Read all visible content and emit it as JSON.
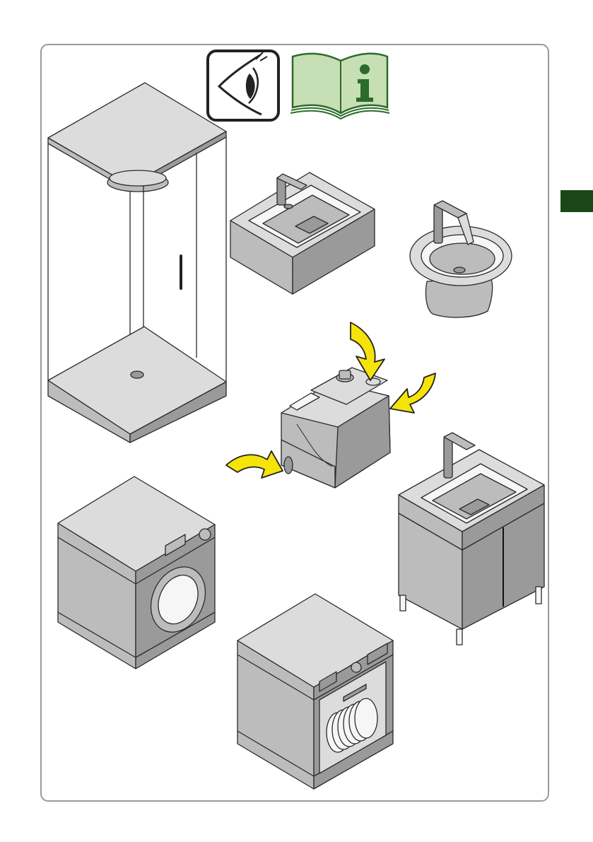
{
  "colors": {
    "frame": "#9a9a9a",
    "tab": "#1c4716",
    "book_green": "#2c6b2a",
    "book_fill": "#c7dfb5",
    "arrow_fill": "#f5e30a",
    "appliance_body": "#b9b9b9",
    "appliance_light": "#e0e0e0",
    "appliance_dark": "#8f8f8f",
    "outline": "#2a2a2a"
  },
  "icons": {
    "eye": "eye-observe-icon",
    "manual": "instruction-manual-info-icon",
    "arrow": "yellow-curved-arrow-icon"
  },
  "illustrations": [
    "shower-enclosure",
    "washbasin",
    "bidet",
    "macerator-pump",
    "vanity-unit",
    "washing-machine",
    "dishwasher"
  ]
}
